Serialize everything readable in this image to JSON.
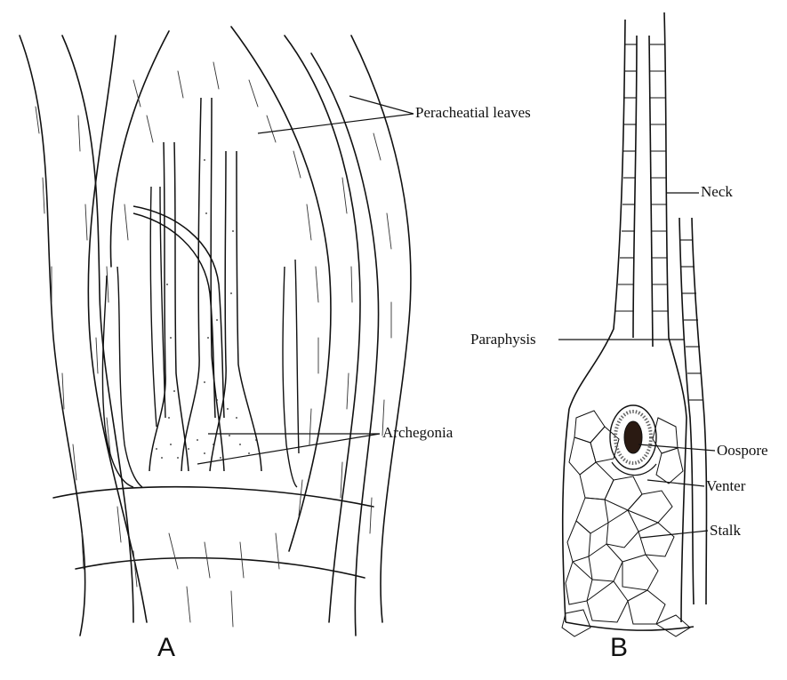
{
  "figure": {
    "panel_a": {
      "letter": "A",
      "labels": {
        "peracheatial_leaves": "Peracheatial leaves",
        "archegonia": "Archegonia"
      }
    },
    "panel_b": {
      "letter": "B",
      "labels": {
        "neck": "Neck",
        "paraphysis": "Paraphysis",
        "oospore": "Oospore",
        "venter": "Venter",
        "stalk": "Stalk"
      }
    }
  },
  "colors": {
    "ink": "#111111",
    "oospore_fill": "#2a1a12",
    "background": "#ffffff"
  }
}
